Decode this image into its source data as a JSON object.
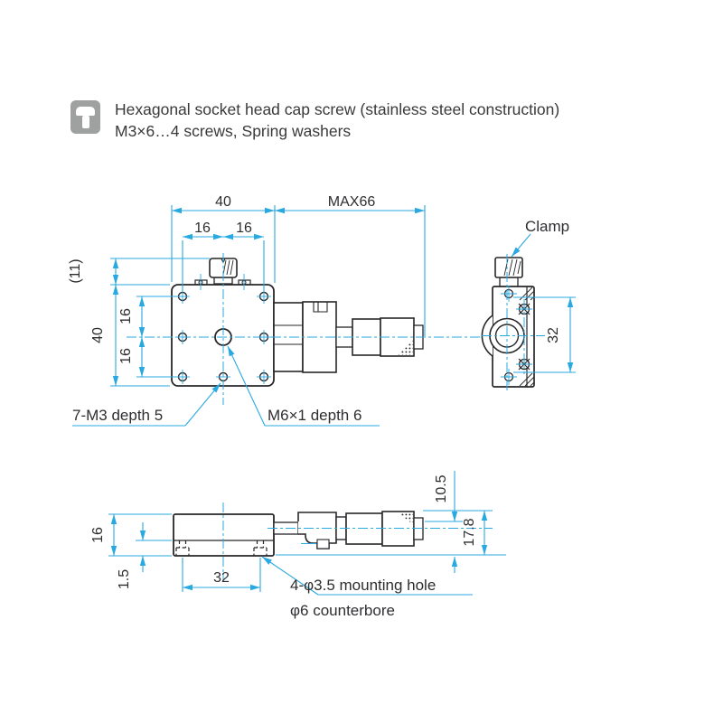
{
  "header": {
    "icon": "cap-screw-icon",
    "line1": "Hexagonal socket head cap screw (stainless steel construction)",
    "line2": "M3×6…4 screws, Spring washers"
  },
  "colors": {
    "dimension": "#29a9e1",
    "outline": "#27272a",
    "icon_gray": "#9fa0a0",
    "text": "#2e2e31"
  },
  "top_view": {
    "dim_width": "40",
    "dim_hole_left": "16",
    "dim_hole_right": "16",
    "dim_travel": "MAX66",
    "dim_knob_height": "(11)",
    "dim_height": "40",
    "dim_row_upper": "16",
    "dim_row_lower": "16",
    "label_tapped_holes": "7-M3 depth 5",
    "label_center_thread": "M6×1 depth 6"
  },
  "side_view": {
    "label_clamp": "Clamp",
    "dim_screw_spacing": "32"
  },
  "front_view": {
    "dim_height": "16",
    "dim_base": "1.5",
    "dim_hole_spacing": "32",
    "dim_mic_upper": "10.5",
    "dim_mic_lower": "17.8",
    "label_mounting_hole": "4-φ3.5 mounting hole",
    "label_counterbore": "φ6 counterbore"
  }
}
